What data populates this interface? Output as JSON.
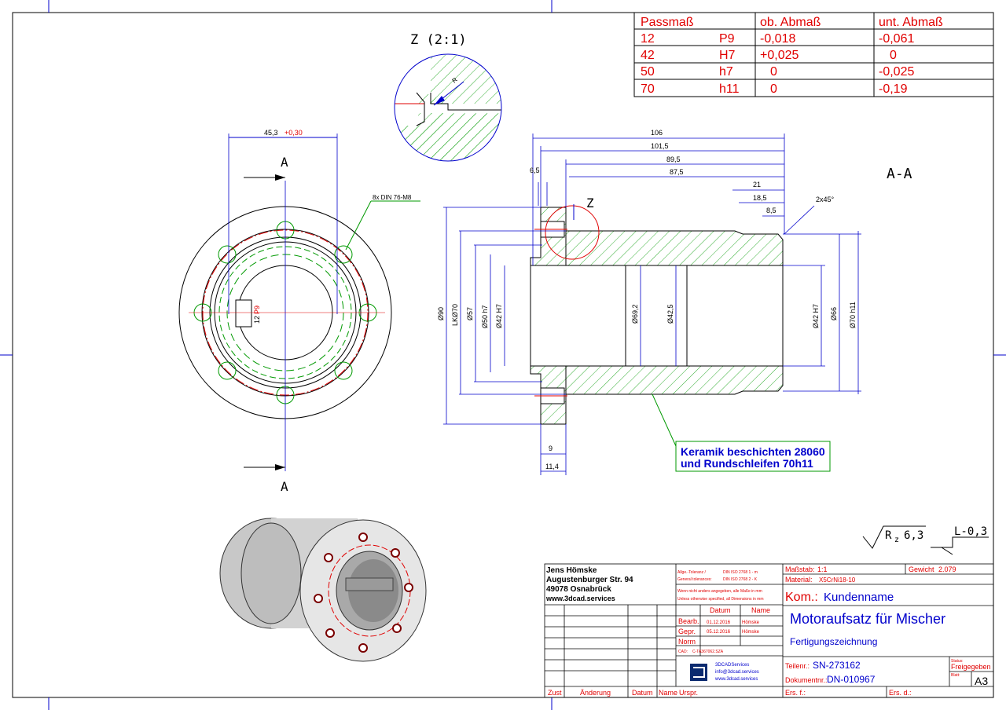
{
  "tolerance_table": {
    "headers": [
      "Passmaß",
      "ob. Abmaß",
      "unt. Abmaß"
    ],
    "rows": [
      {
        "size": "12",
        "fit": "P9",
        "upper": "-0,018",
        "lower": "-0,061"
      },
      {
        "size": "42",
        "fit": "H7",
        "upper": "+0,025",
        "lower": "0"
      },
      {
        "size": "50",
        "fit": "h7",
        "upper": "0",
        "lower": "-0,025"
      },
      {
        "size": "70",
        "fit": "h11",
        "upper": "0",
        "lower": "-0,19"
      }
    ]
  },
  "views": {
    "detail_label": "Z (2:1)",
    "detail_r": "R",
    "section_label": "A-A",
    "section_mark_top": "A",
    "section_mark_bottom": "A",
    "detail_mark": "Z"
  },
  "front_view": {
    "width_dim": "45,3",
    "width_tol": "+0,30",
    "thread_callout": "8x DIN 76-M8",
    "slot_dim": "12",
    "slot_fit": "P9"
  },
  "section_dims": {
    "d106": "106",
    "d101": "101,5",
    "d89": "89,5",
    "d87": "87,5",
    "d21": "21",
    "d18": "18,5",
    "d8": "8,5",
    "d65": "6,5",
    "d9": "9",
    "d114": "11,4",
    "chamfer": "2x45°",
    "dia90": "Ø90",
    "lk70": "LKØ70",
    "dia57": "Ø57",
    "dia50": "Ø50 h7",
    "dia42l": "Ø42 H7",
    "dia69": "Ø69,2",
    "dia425": "Ø42,5",
    "dia42r": "Ø42 H7",
    "dia66": "Ø66",
    "dia70": "Ø70 h11"
  },
  "note": {
    "line1": "Keramik beschichten 28060",
    "line2": "und Rundschleifen 70h11"
  },
  "surface": {
    "roughness": "R",
    "roughness_sub": "z",
    "roughness_val": "6,3",
    "tolerance": "L-0,3"
  },
  "title_block": {
    "company": "Jens Hömske",
    "street": "Augustenburger Str. 94",
    "city": "49078 Osnabrück",
    "web": "www.3dcad.services",
    "gen_tol_label": "Allge.-Toleranz /",
    "gen_tol_val": "DIN ISO 2768 1 - m",
    "gen_tol_label2": "General tolerances:",
    "gen_tol_val2": "DIN ISO 2768 2 - K",
    "note_de": "Wenn nicht anders angegeben, alle Maße in mm",
    "note_en": "Unless otherwise specified, all Dimensions in mm",
    "col_datum": "Datum",
    "col_name": "Name",
    "row_bearb": "Bearb.",
    "row_gepr": "Gepr.",
    "row_norm": "Norm",
    "bearb_date": "01.12.2016",
    "bearb_name": "Hömske",
    "gepr_date": "05.12.2016",
    "gepr_name": "Hömske",
    "cad_label": "CAD:",
    "cad_val": "C-TA367062.SZA",
    "logo_line1": "3DCADServices",
    "logo_line2": "info@3dcad.services",
    "logo_line3": "www.3dcad.services",
    "massstab_label": "Maßstab:",
    "massstab_val": "1:1",
    "gewicht_label": "Gewicht",
    "gewicht_val": "2.079",
    "material_label": "Material:",
    "material_val": "X5CrNi18-10",
    "kom_label": "Kom.:",
    "kom_val": "Kundenname",
    "title": "Motoraufsatz für Mischer",
    "subtitle": "Fertigungszeichnung",
    "teilenr_label": "Teilenr.:",
    "teilenr_val": "SN-273162",
    "doknr_label": "Dokumentnr.:",
    "doknr_val": "DN-010967",
    "status_label": "Status:",
    "status_val": "Freigegeben",
    "blatt_label": "Blatt:",
    "format": "A3",
    "zust": "Zust",
    "aenderung": "Änderung",
    "datum": "Datum",
    "name": "Name",
    "urspr": "Urspr.",
    "ers_f": "Ers. f.:",
    "ers_d": "Ers. d.:"
  },
  "colors": {
    "red": "#e00000",
    "blue": "#0000cc",
    "green": "#009900",
    "black": "#000000"
  }
}
